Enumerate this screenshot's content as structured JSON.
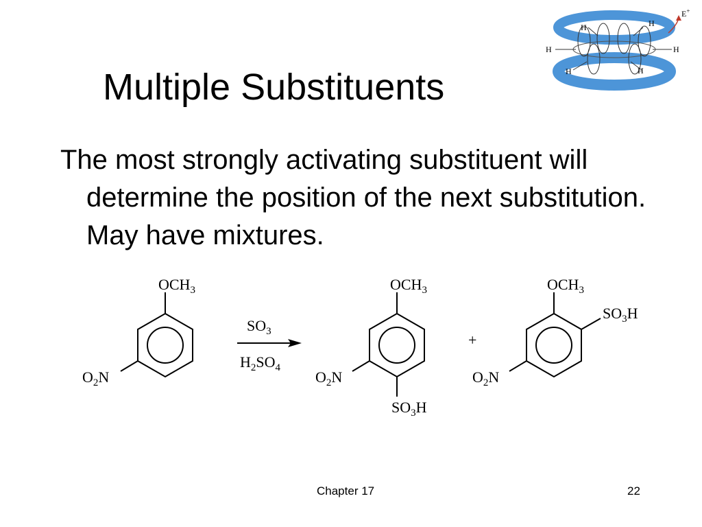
{
  "slide": {
    "title": "Multiple Substituents",
    "body": "The most strongly activating substituent will determine the position of the next substitution.  May have mixtures."
  },
  "footer": {
    "chapter": "Chapter 17",
    "page": "22"
  },
  "logo": {
    "electrophile": "E",
    "electrophile_charge": "+",
    "hydrogen": "H"
  },
  "reaction": {
    "reactant": {
      "top_group": "OCH",
      "top_group_sub": "3",
      "left_group_a": "O",
      "left_group_sub": "2",
      "left_group_b": "N"
    },
    "reagent_above": {
      "text": "SO",
      "sub": "3"
    },
    "reagent_below": {
      "a": "H",
      "sub1": "2",
      "b": "SO",
      "sub2": "4"
    },
    "product1": {
      "top_group": "OCH",
      "top_group_sub": "3",
      "left_group_a": "O",
      "left_group_sub": "2",
      "left_group_b": "N",
      "bottom_group_a": "SO",
      "bottom_group_sub": "3",
      "bottom_group_b": "H"
    },
    "plus": "+",
    "product2": {
      "top_group": "OCH",
      "top_group_sub": "3",
      "right_group_a": "SO",
      "right_group_sub": "3",
      "right_group_b": "H",
      "left_group_a": "O",
      "left_group_sub": "2",
      "left_group_b": "N"
    }
  }
}
